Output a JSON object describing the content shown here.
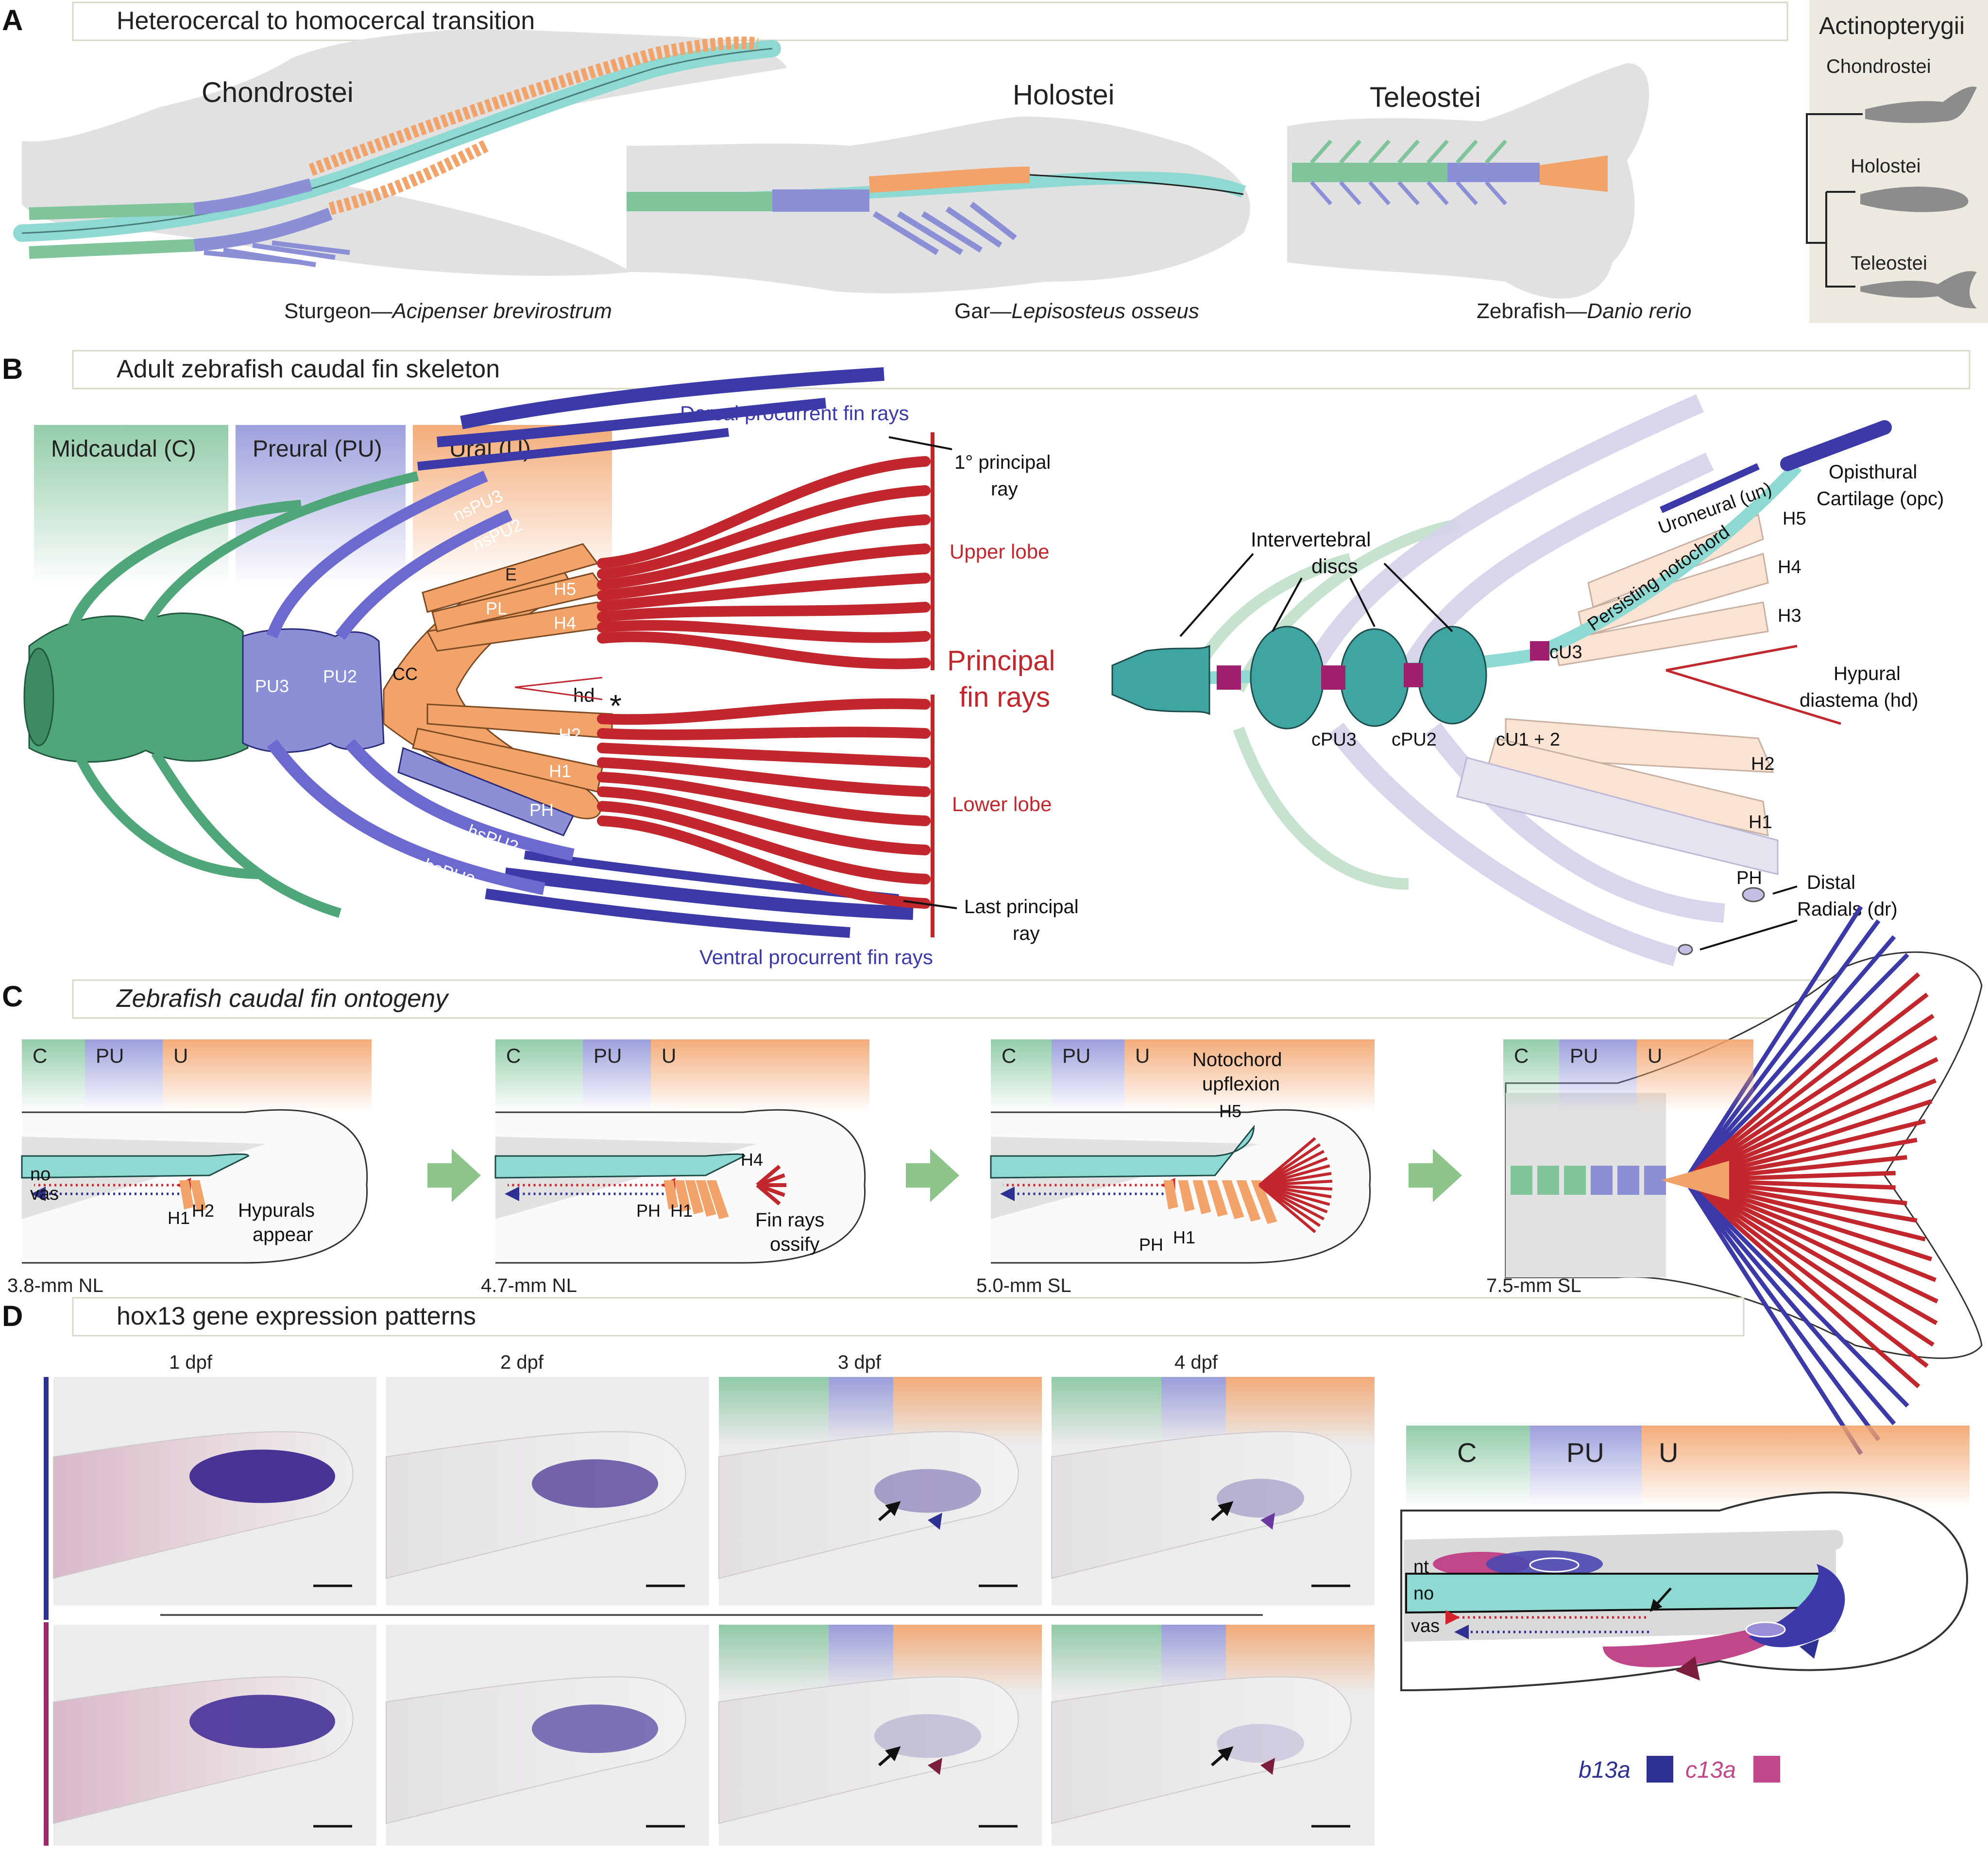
{
  "panels": {
    "A": {
      "letter": "A",
      "title": "Heterocercal to homocercal transition",
      "groups": [
        {
          "name": "Chondrostei",
          "species_common": "Sturgeon—",
          "species_latin": "Acipenser brevirostrum"
        },
        {
          "name": "Holostei",
          "species_common": "Gar—",
          "species_latin": "Lepisosteus osseus"
        },
        {
          "name": "Teleostei",
          "species_common": "Zebrafish—",
          "species_latin": "Danio rerio"
        }
      ],
      "tree": {
        "title": "Actinopterygii",
        "taxa": [
          "Chondrostei",
          "Holostei",
          "Teleostei"
        ]
      }
    },
    "B": {
      "letter": "B",
      "title": "Adult zebrafish caudal fin skeleton",
      "regions": [
        "Midcaudal (C)",
        "Preural (PU)",
        "Ural (U)"
      ],
      "left_labels": {
        "dorsal": "Dorsal procurrent fin rays",
        "ventral": "Ventral procurrent fin rays",
        "first_ray": [
          "1° principal",
          "ray"
        ],
        "last_ray": [
          "Last principal",
          "ray"
        ],
        "upper": "Upper lobe",
        "lower": "Lower lobe",
        "principal": [
          "Principal",
          "fin rays"
        ],
        "bones": [
          "nsPU3",
          "nsPU2",
          "E",
          "PL",
          "H5",
          "H4",
          "H3",
          "hd",
          "H2",
          "H1",
          "PH",
          "hsPU2",
          "hsPU3",
          "PU3",
          "PU2",
          "CC"
        ],
        "asterisk": "*"
      },
      "right_labels": {
        "discs": [
          "Intervertebral",
          "discs"
        ],
        "centra": [
          "cPU3",
          "cPU2",
          "cU1 + 2",
          "cU3"
        ],
        "notochord": "Persisting notochord",
        "uroneural": "Uroneural (un)",
        "opc": [
          "Opisthural",
          "Cartilage (opc)"
        ],
        "hypurals": [
          "H5",
          "H4",
          "H3",
          "H2",
          "H1",
          "PH"
        ],
        "diastema": [
          "Hypural",
          "diastema (hd)"
        ],
        "radials": [
          "Distal",
          "Radials (dr)"
        ]
      }
    },
    "C": {
      "letter": "C",
      "title": "Zebrafish caudal fin ontogeny",
      "regions": [
        "C",
        "PU",
        "U"
      ],
      "stages": [
        {
          "stage": "3.8-mm NL",
          "labels": [
            "no",
            "vas",
            "H1",
            "H2",
            "Hypurals",
            "appear"
          ]
        },
        {
          "stage": "4.7-mm NL",
          "labels": [
            "H4",
            "PH",
            "H1",
            "Fin rays",
            "ossify"
          ]
        },
        {
          "stage": "5.0-mm SL",
          "labels": [
            "Notochord",
            "upflexion",
            "H5",
            "PH",
            "H1"
          ]
        },
        {
          "stage": "7.5-mm SL",
          "labels": []
        }
      ]
    },
    "D": {
      "letter": "D",
      "title": "hox13 gene expression patterns",
      "timepoints": [
        "1 dpf",
        "2 dpf",
        "3 dpf",
        "4 dpf"
      ],
      "genes": [
        "b13a",
        "c13a"
      ],
      "schematic": {
        "regions": [
          "C",
          "PU",
          "U"
        ],
        "labels": [
          "nt",
          "no",
          "vas"
        ]
      },
      "legend": [
        {
          "gene": "b13a",
          "color": "#2e3192"
        },
        {
          "gene": "c13a",
          "color": "#c0478a"
        }
      ]
    }
  },
  "colors": {
    "midcaudal": "#7fc49a",
    "preural": "#8b8fd6",
    "ural": "#f2a36a",
    "notochord": "#8fd9d3",
    "finray": "#c1272d",
    "procurrent": "#3b3aa8",
    "panel_bg": "#eceae0",
    "silhouette": "#e1e1e1",
    "disc": "#a0206e",
    "arrow_green": "#8cc48a"
  }
}
